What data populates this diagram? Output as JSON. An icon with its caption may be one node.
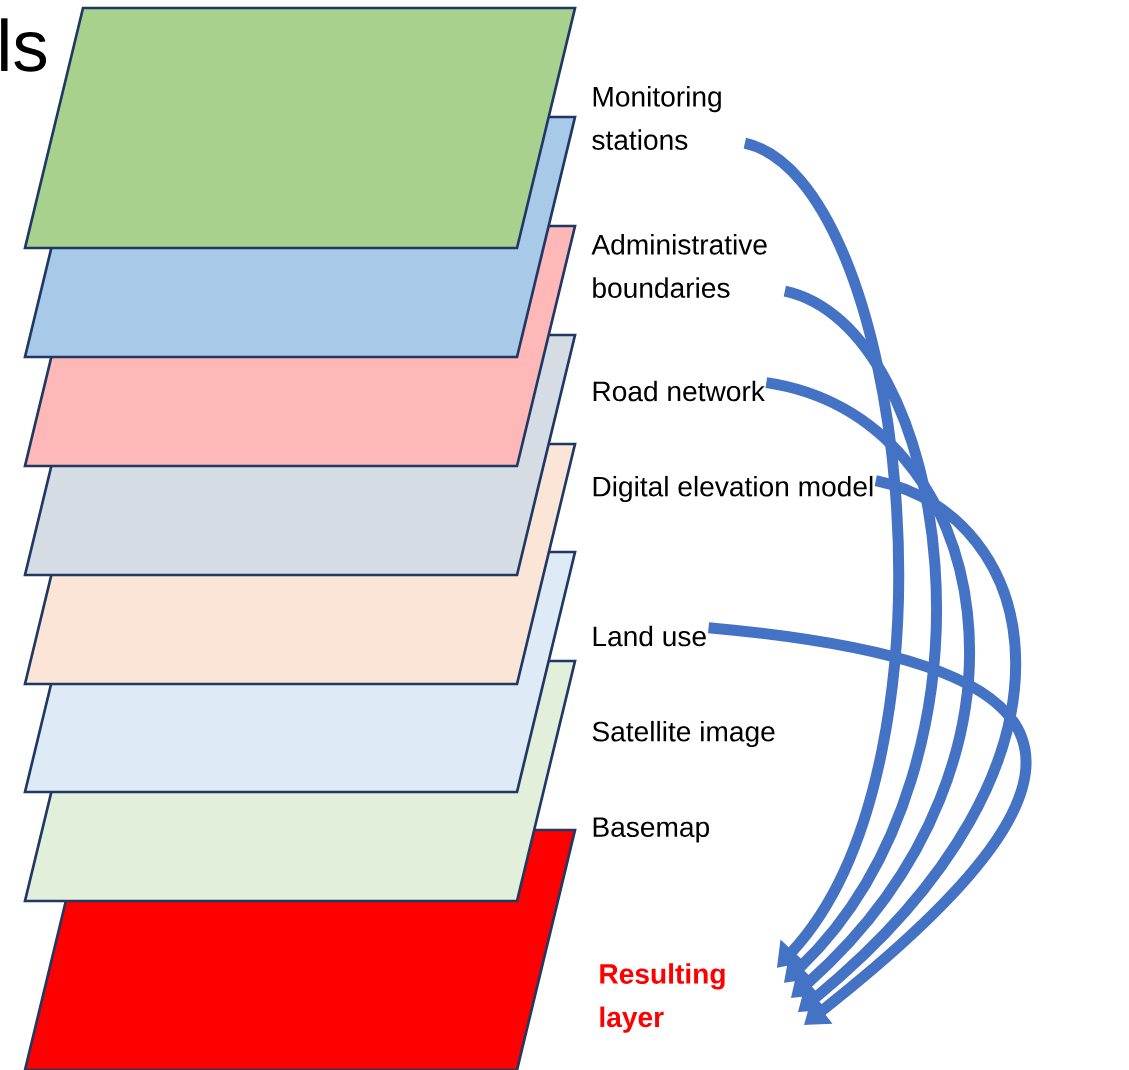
{
  "diagram": {
    "nodes": [
      {
        "text": [],
        "shape": "parallelogram"
      },
      {
        "text": [],
        "shape": "parallelogram"
      },
      {
        "text": [],
        "shape": "parallelogram"
      },
      {
        "text": [],
        "shape": "parallelogram"
      },
      {
        "text": [],
        "shape": "parallelogram"
      },
      {
        "text": [],
        "shape": "parallelogram"
      },
      {
        "text": [],
        "shape": "parallelogram"
      },
      {
        "text": [],
        "shape": "parallelogram"
      },
      {
        "text": [
          "Monitoring stations"
        ]
      },
      {
        "text": [
          "Administrative boundaries"
        ]
      },
      {
        "text": [
          "Road network"
        ]
      },
      {
        "text": [
          "Digital elevation model"
        ]
      },
      {
        "text": [
          "Land use"
        ]
      },
      {
        "text": [
          "Satellite image"
        ]
      },
      {
        "text": [
          "Basemap"
        ]
      },
      {
        "text": [
          "Resulting layer"
        ]
      }
    ],
    "edges": [
      {
        "from": 8,
        "to": 15,
        "arrow": "to"
      },
      {
        "from": 9,
        "to": 15,
        "arrow": "to"
      },
      {
        "from": 10,
        "to": 15,
        "arrow": "to"
      },
      {
        "from": 11,
        "to": 15,
        "arrow": "to"
      },
      {
        "from": 12,
        "to": 15,
        "arrow": "to"
      }
    ],
    "labels": [
      "ls"
    ]
  }
}
